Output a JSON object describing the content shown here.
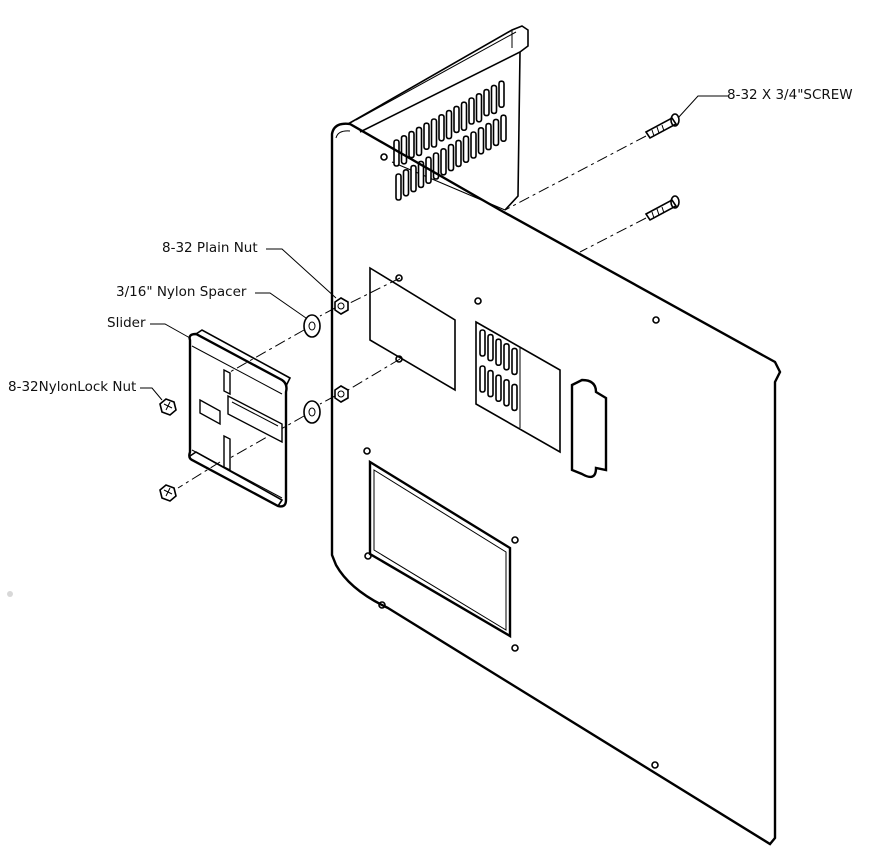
{
  "labels": {
    "screw": "8-32 X 3/4\"SCREW",
    "plain_nut": "8-32 Plain Nut",
    "spacer": "3/16\" Nylon Spacer",
    "slider": "Slider",
    "lock_nut": "8-32NylonLock Nut"
  },
  "colors": {
    "line": "#000000",
    "background": "#ffffff"
  }
}
